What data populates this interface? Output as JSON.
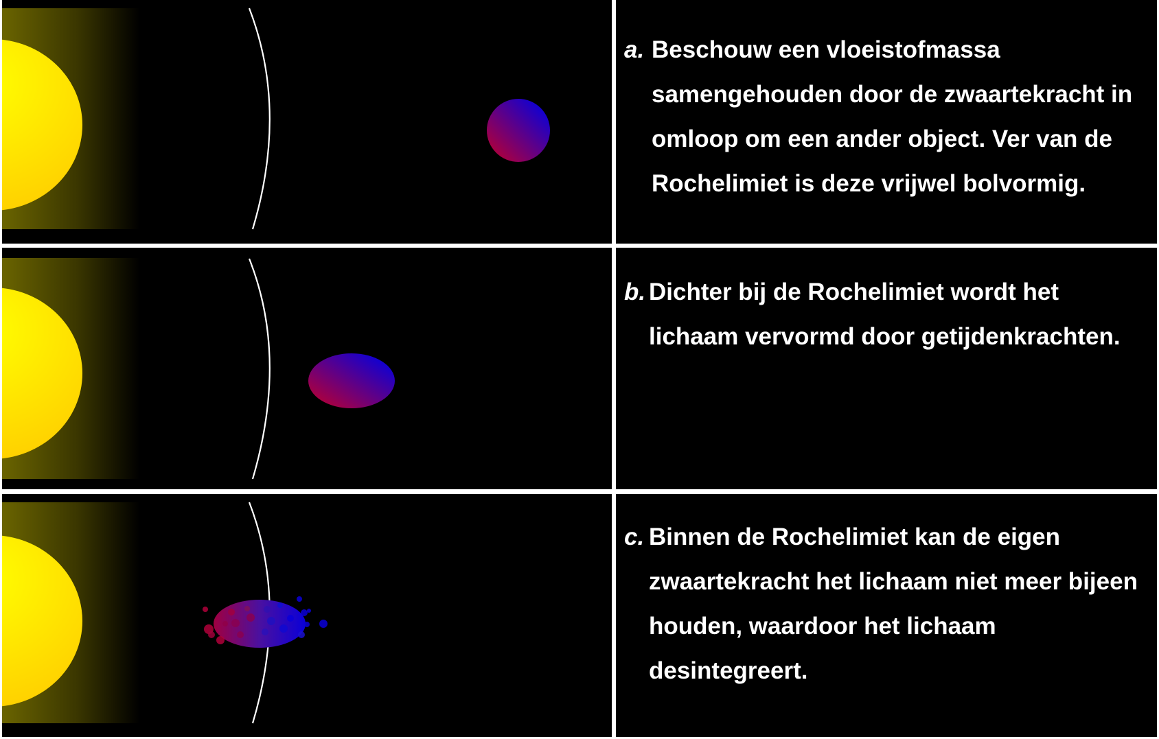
{
  "panels": [
    {
      "id": "a",
      "letter": "a.",
      "text": "Beschouw een vloeistofmassa samengehouden door de zwaartekracht in omloop om een ander object. Ver van de Rochelimiet is deze vrijwel bolvormig.",
      "state": "sphere"
    },
    {
      "id": "b",
      "letter": "b.",
      "text": "Dichter bij de Rochelimiet wordt het lichaam vervormd door getijdenkrachten.",
      "state": "ellipsoid"
    },
    {
      "id": "c",
      "letter": "c.",
      "text": "Binnen de Rochelimiet kan de eigen zwaartekracht het lichaam niet meer bijeen houden, waardoor het lichaam desintegreert.",
      "state": "disintegrating"
    }
  ],
  "colors": {
    "background": "#000000",
    "divider": "#ffffff",
    "text": "#ffffff",
    "primary_core": "#ffff00",
    "primary_edge": "#ffcc00",
    "primary_glow": "#6a6400",
    "roche_limit_line": "#ffffff",
    "satellite_red": "#b0003a",
    "satellite_blue": "#0a00d8"
  }
}
